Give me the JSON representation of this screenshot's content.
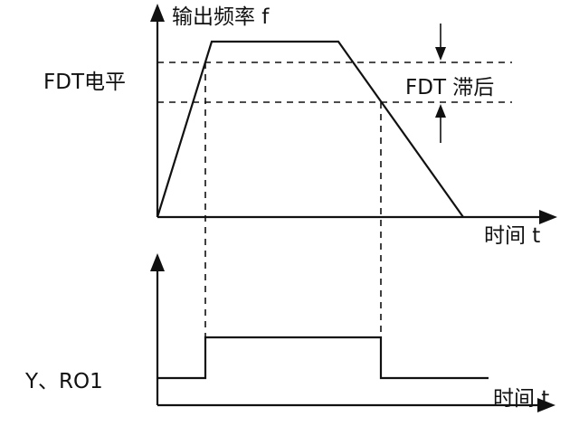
{
  "labels": {
    "output_frequency": "输出频率 f",
    "fdt_level": "FDT电平",
    "fdt_lag": "FDT 滞后",
    "time_top": "时间 t",
    "output_signal": "Y、RO1",
    "time_bottom": "时间 t"
  }
}
